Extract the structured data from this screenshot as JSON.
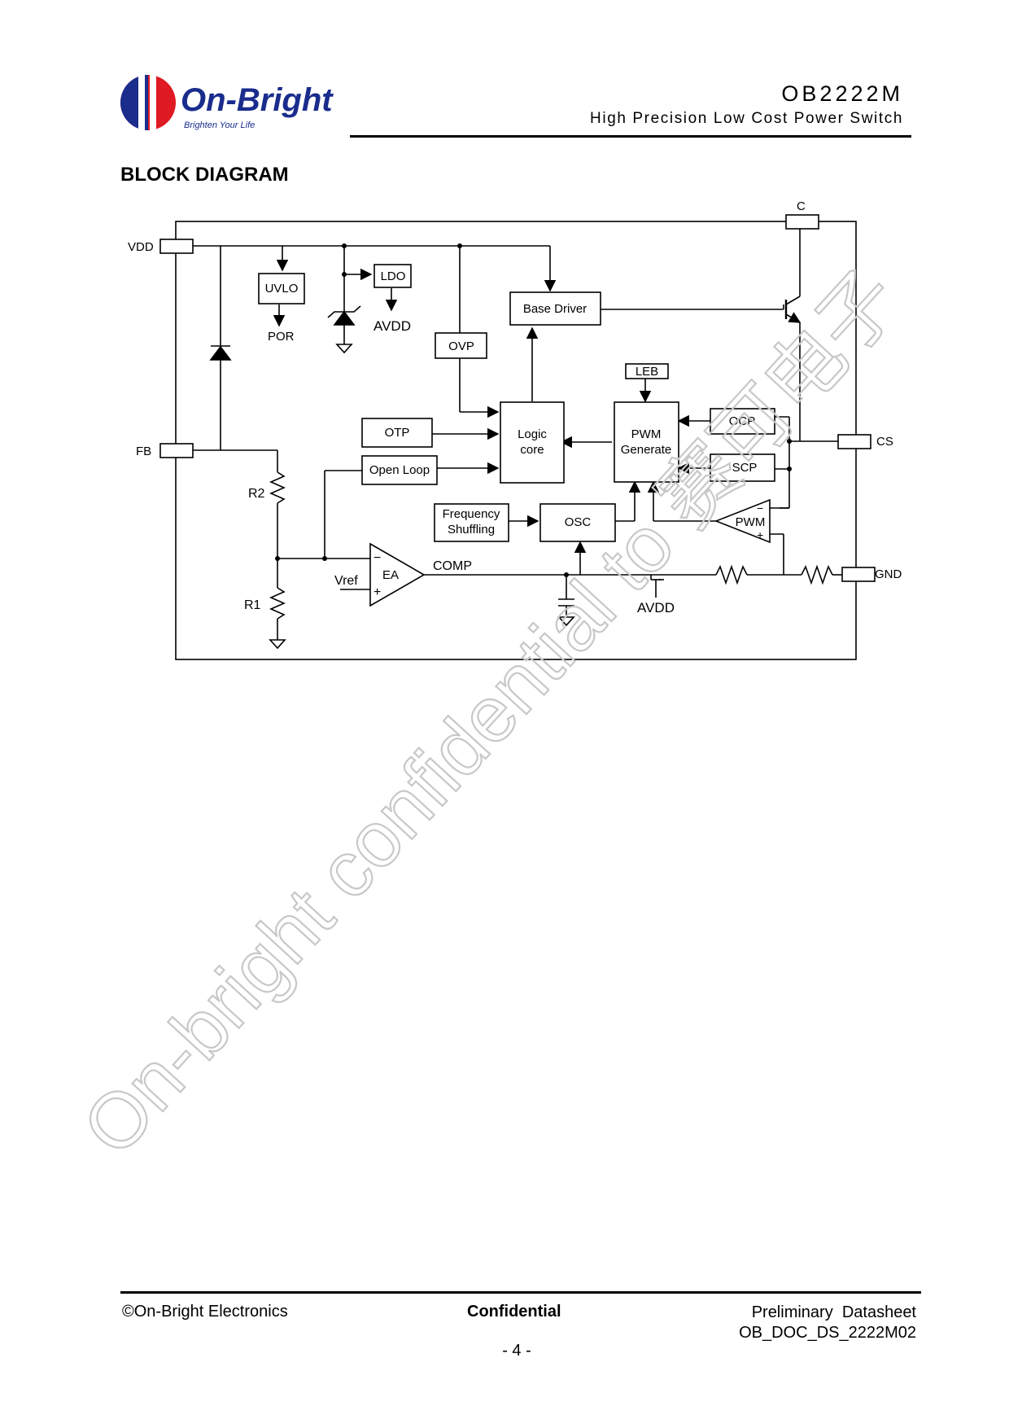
{
  "header": {
    "logo_text": "On-Bright",
    "logo_tagline": "Brighten Your Life",
    "part_number": "OB2222M",
    "subtitle": "High Precision Low Cost Power Switch",
    "brand_colors": {
      "red": "#e01a22",
      "blue": "#1a2c8c"
    }
  },
  "section_title": "BLOCK DIAGRAM",
  "diagram": {
    "pins": {
      "vdd": "VDD",
      "fb": "FB",
      "c": "C",
      "cs": "CS",
      "gnd": "GND"
    },
    "blocks": {
      "uvlo": "UVLO",
      "ldo": "LDO",
      "base_driver": "Base Driver",
      "ovp": "OVP",
      "leb": "LEB",
      "otp": "OTP",
      "open_loop": "Open Loop",
      "logic_core_line1": "Logic",
      "logic_core_line2": "core",
      "pwm_gen_line1": "PWM",
      "pwm_gen_line2": "Generate",
      "ocp": "OCP",
      "scp": "SCP",
      "freq_line1": "Frequency",
      "freq_line2": "Shuffling",
      "osc": "OSC",
      "ea": "EA",
      "pwm_comp": "PWM"
    },
    "labels": {
      "por": "POR",
      "avdd_ldo": "AVDD",
      "avdd_bottom": "AVDD",
      "r2": "R2",
      "r1": "R1",
      "vref": "Vref",
      "comp": "COMP",
      "minus": "−",
      "plus": "+"
    }
  },
  "watermark": "On-bright confidential to 赛可电子",
  "footer": {
    "copyright": "©On-Bright Electronics",
    "confidential": "Confidential",
    "doc_type": "Preliminary  Datasheet",
    "doc_id": "OB_DOC_DS_2222M02",
    "page_number": "- 4 -"
  }
}
